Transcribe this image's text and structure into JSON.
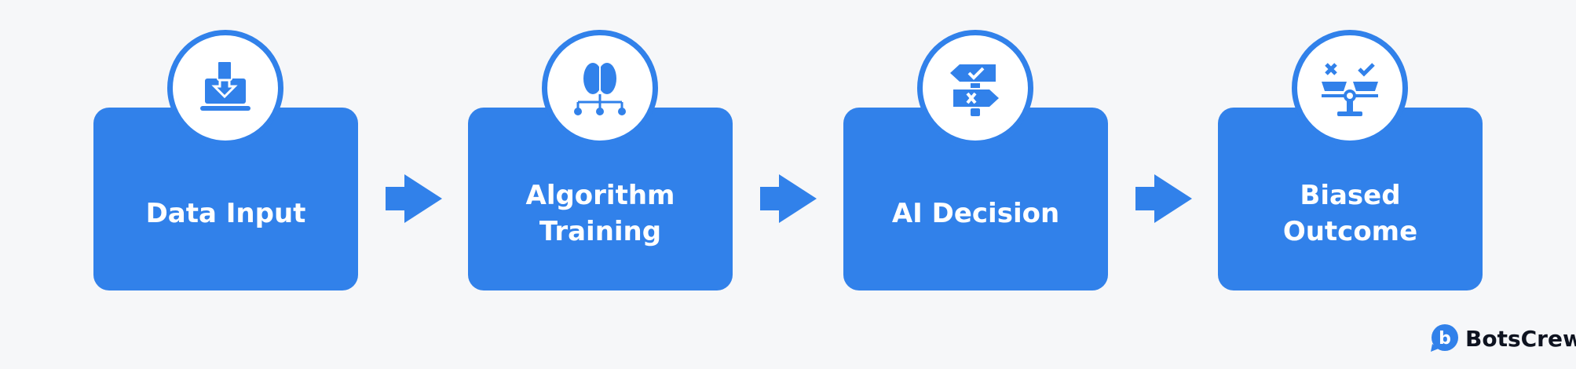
{
  "steps": [
    {
      "label": "Data Input",
      "icon": "laptop-download-icon"
    },
    {
      "label": "Algorithm\nTraining",
      "icon": "brain-network-icon"
    },
    {
      "label": "AI Decision",
      "icon": "signpost-decision-icon"
    },
    {
      "label": "Biased\nOutcome",
      "icon": "scale-balance-icon"
    }
  ],
  "brand": {
    "name": "BotsCrew",
    "logo_letter": "b"
  },
  "colors": {
    "accent": "#3181ea",
    "background": "#f6f7f9"
  }
}
